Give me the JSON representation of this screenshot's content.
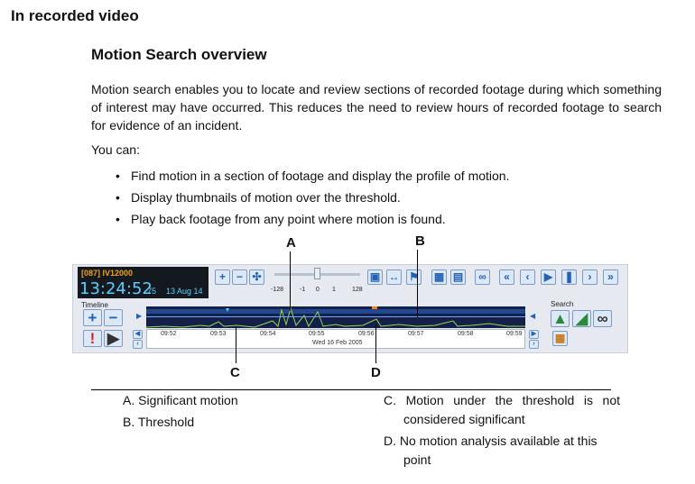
{
  "section_title": "In recorded video",
  "subtitle": "Motion Search overview",
  "intro": "Motion search enables you to locate and review sections of recorded footage during which something of interest may have occurred. This reduces the need to review hours of recorded footage to search for evidence of an incident.",
  "you_can": "You can:",
  "bullets": [
    "Find motion in a section of footage and display the profile of motion.",
    "Display thumbnails of motion over the threshold.",
    "Play back footage from any point where motion is found."
  ],
  "callouts": {
    "a": "A",
    "b": "B",
    "c": "C",
    "d": "D"
  },
  "app": {
    "camera_label": "[087] IV12000",
    "time": "13:24:52",
    "ms": "75",
    "date": "13 Aug 14",
    "timeline_label": "Timeline",
    "search_label": "Search",
    "speed_ticks": [
      "-128",
      "-1",
      "0",
      "1",
      "128"
    ],
    "time_ticks": [
      "09:52",
      "09:53",
      "09:54",
      "09:55",
      "09:56",
      "09:57",
      "09:58",
      "09:59"
    ],
    "scale_date": "Wed 16 Feb 2005"
  },
  "captions": {
    "a": "A. Significant motion",
    "b": "B. Threshold",
    "c": "C. Motion under the threshold is not considered significant",
    "d": "D. No motion analysis available at this point"
  }
}
